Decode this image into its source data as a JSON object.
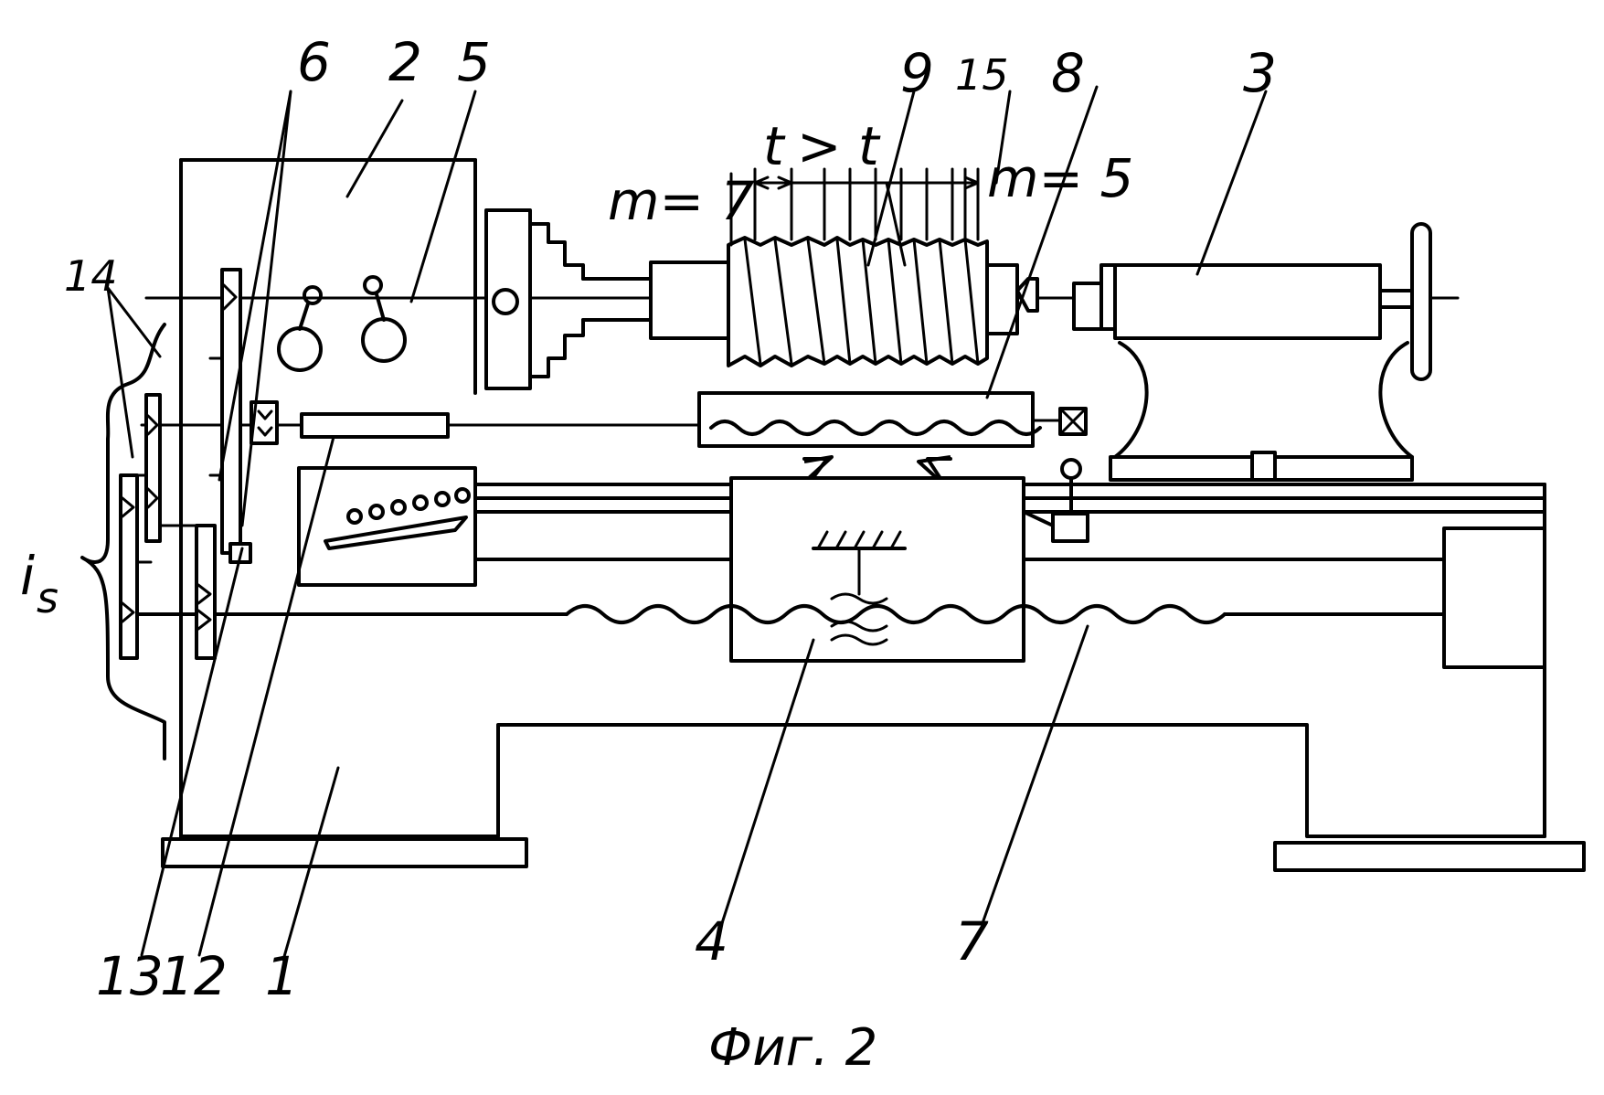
{
  "labels": {
    "n1": "1",
    "n2": "2",
    "n3": "3",
    "n4": "4",
    "n5": "5",
    "n6": "6",
    "n7": "7",
    "n8": "8",
    "n9": "9",
    "n12": "12",
    "n13": "13",
    "n14": "14",
    "n15": "15",
    "is_i": "i",
    "is_s": "s",
    "m_left": "m= 7",
    "m_right": "m= 5",
    "t_left": "t",
    "t_compare": "> t"
  },
  "caption": "Фиг. 2"
}
